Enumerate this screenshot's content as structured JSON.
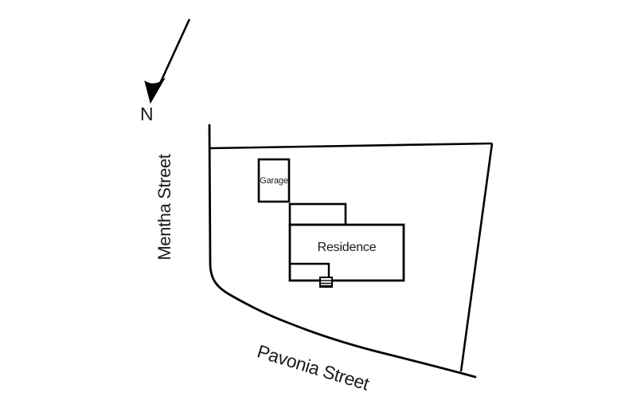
{
  "page": {
    "background": "#ffffff",
    "line_color": "#000000",
    "text_color": "#1a1a1a"
  },
  "compass": {
    "label": "N"
  },
  "streets": {
    "west": {
      "label": "Mentha Street"
    },
    "south": {
      "label": "Pavonia Street"
    }
  },
  "buildings": {
    "garage": {
      "label": "Garage"
    },
    "residence": {
      "label": "Residence"
    }
  }
}
